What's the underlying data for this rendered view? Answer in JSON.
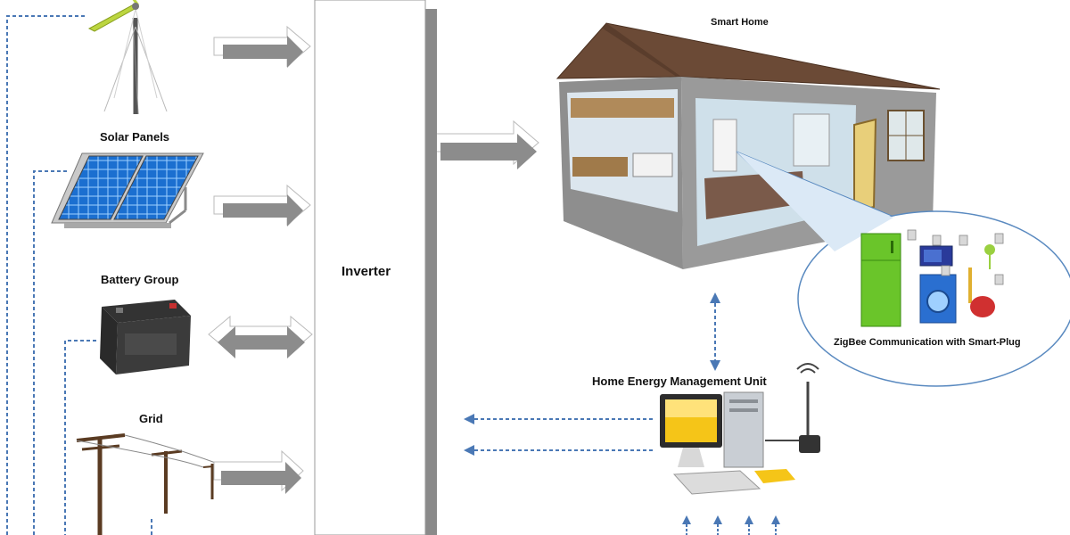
{
  "labels": {
    "solar_panels": "Solar Panels",
    "battery_group": "Battery Group",
    "grid": "Grid",
    "inverter": "Inverter",
    "smart_home": "Smart Home",
    "hemu": "Home Energy Management Unit",
    "zigbee": "ZigBee  Communication with Smart-Plug"
  },
  "colors": {
    "arrow_gray": "#8c8c8c",
    "dashed_blue": "#4a78b5",
    "roof": "#6b4a36",
    "wall": "#8e8e8e",
    "solar_cell": "#1b6fd0",
    "fridge": "#6ac52a",
    "washer": "#2a6fd0"
  },
  "icons": [
    "wind-turbine-icon",
    "solar-panel-icon",
    "battery-icon",
    "power-pole-icon",
    "house-icon",
    "computer-icon",
    "wifi-antenna-icon",
    "fridge-icon",
    "washer-icon"
  ]
}
